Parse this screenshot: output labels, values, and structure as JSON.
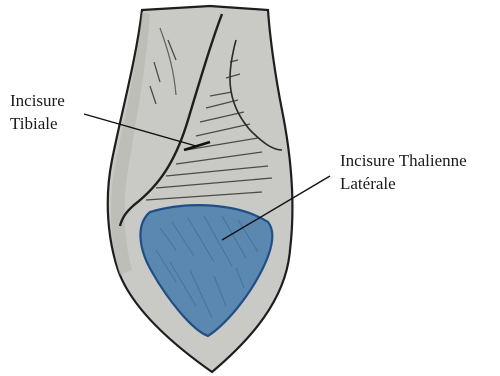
{
  "labels": {
    "tibiale": {
      "line1": "Incisure",
      "line2": "Tibiale"
    },
    "thalienne_laterale": {
      "line1": "Incisure Thalienne",
      "line2": "Latérale"
    }
  },
  "colors": {
    "bone_fill": "#c9c9c5",
    "bone_outline": "#1e1e1e",
    "facet_fill": "#5b88b0",
    "facet_outline": "#1f4f86",
    "leader_line": "#111111",
    "text": "#1a1a1a"
  }
}
